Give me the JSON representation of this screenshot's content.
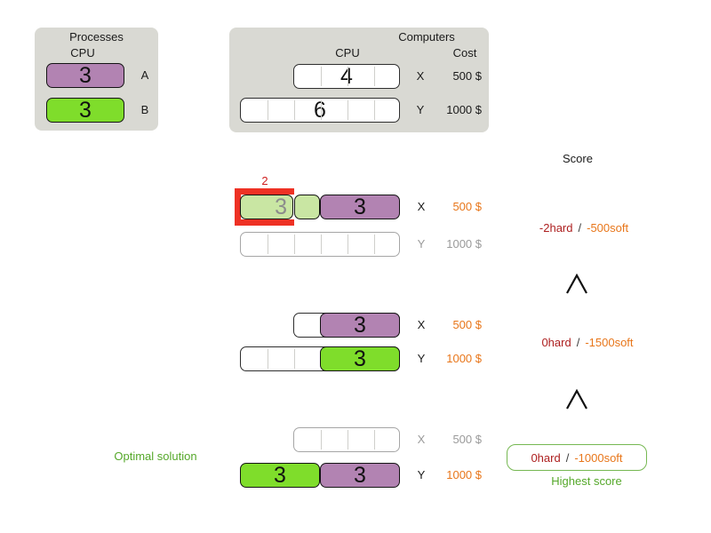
{
  "panels": {
    "processes": {
      "title": "Processes",
      "cpu_header": "CPU",
      "items": [
        {
          "name": "A",
          "cpu": "3"
        },
        {
          "name": "B",
          "cpu": "3"
        }
      ]
    },
    "computers": {
      "title": "Computers",
      "cpu_header": "CPU",
      "cost_header": "Cost",
      "items": [
        {
          "name": "X",
          "cpu": "4",
          "cost": "500 $"
        },
        {
          "name": "Y",
          "cpu": "6",
          "cost": "1000 $"
        }
      ]
    }
  },
  "score_header": "Score",
  "solutions": [
    {
      "overload": "2",
      "process_b_cpu": "3",
      "process_a_cpu": "3",
      "x_label": "X",
      "x_cost": "500 $",
      "y_label": "Y",
      "y_cost": "1000 $",
      "score_hard": "-2hard",
      "score_sep": "/",
      "score_soft": "-500soft"
    },
    {
      "process_a_cpu": "3",
      "process_b_cpu": "3",
      "x_label": "X",
      "x_cost": "500 $",
      "y_label": "Y",
      "y_cost": "1000 $",
      "score_hard": "0hard",
      "score_sep": "/",
      "score_soft": "-1500soft"
    },
    {
      "process_b_cpu": "3",
      "process_a_cpu": "3",
      "x_label": "X",
      "x_cost": "500 $",
      "y_label": "Y",
      "y_cost": "1000 $",
      "score_hard": "0hard",
      "score_sep": "/",
      "score_soft": "-1000soft",
      "optimal_label": "Optimal solution",
      "highest_label": "Highest score"
    }
  ],
  "colors": {
    "panel_bg": "#d9d9d3",
    "process_a_purple": "#b283b2",
    "process_b_green": "#7fdd2b",
    "process_b_faded_green": "#c9e6a3",
    "overload_red": "#ee3124",
    "overload_text_red": "#cf1d1d",
    "hard_score_red": "#ad1f1f",
    "soft_score_orange": "#e8761a",
    "optimal_green": "#55a82a",
    "inactive_gray": "#9a9a9a"
  }
}
